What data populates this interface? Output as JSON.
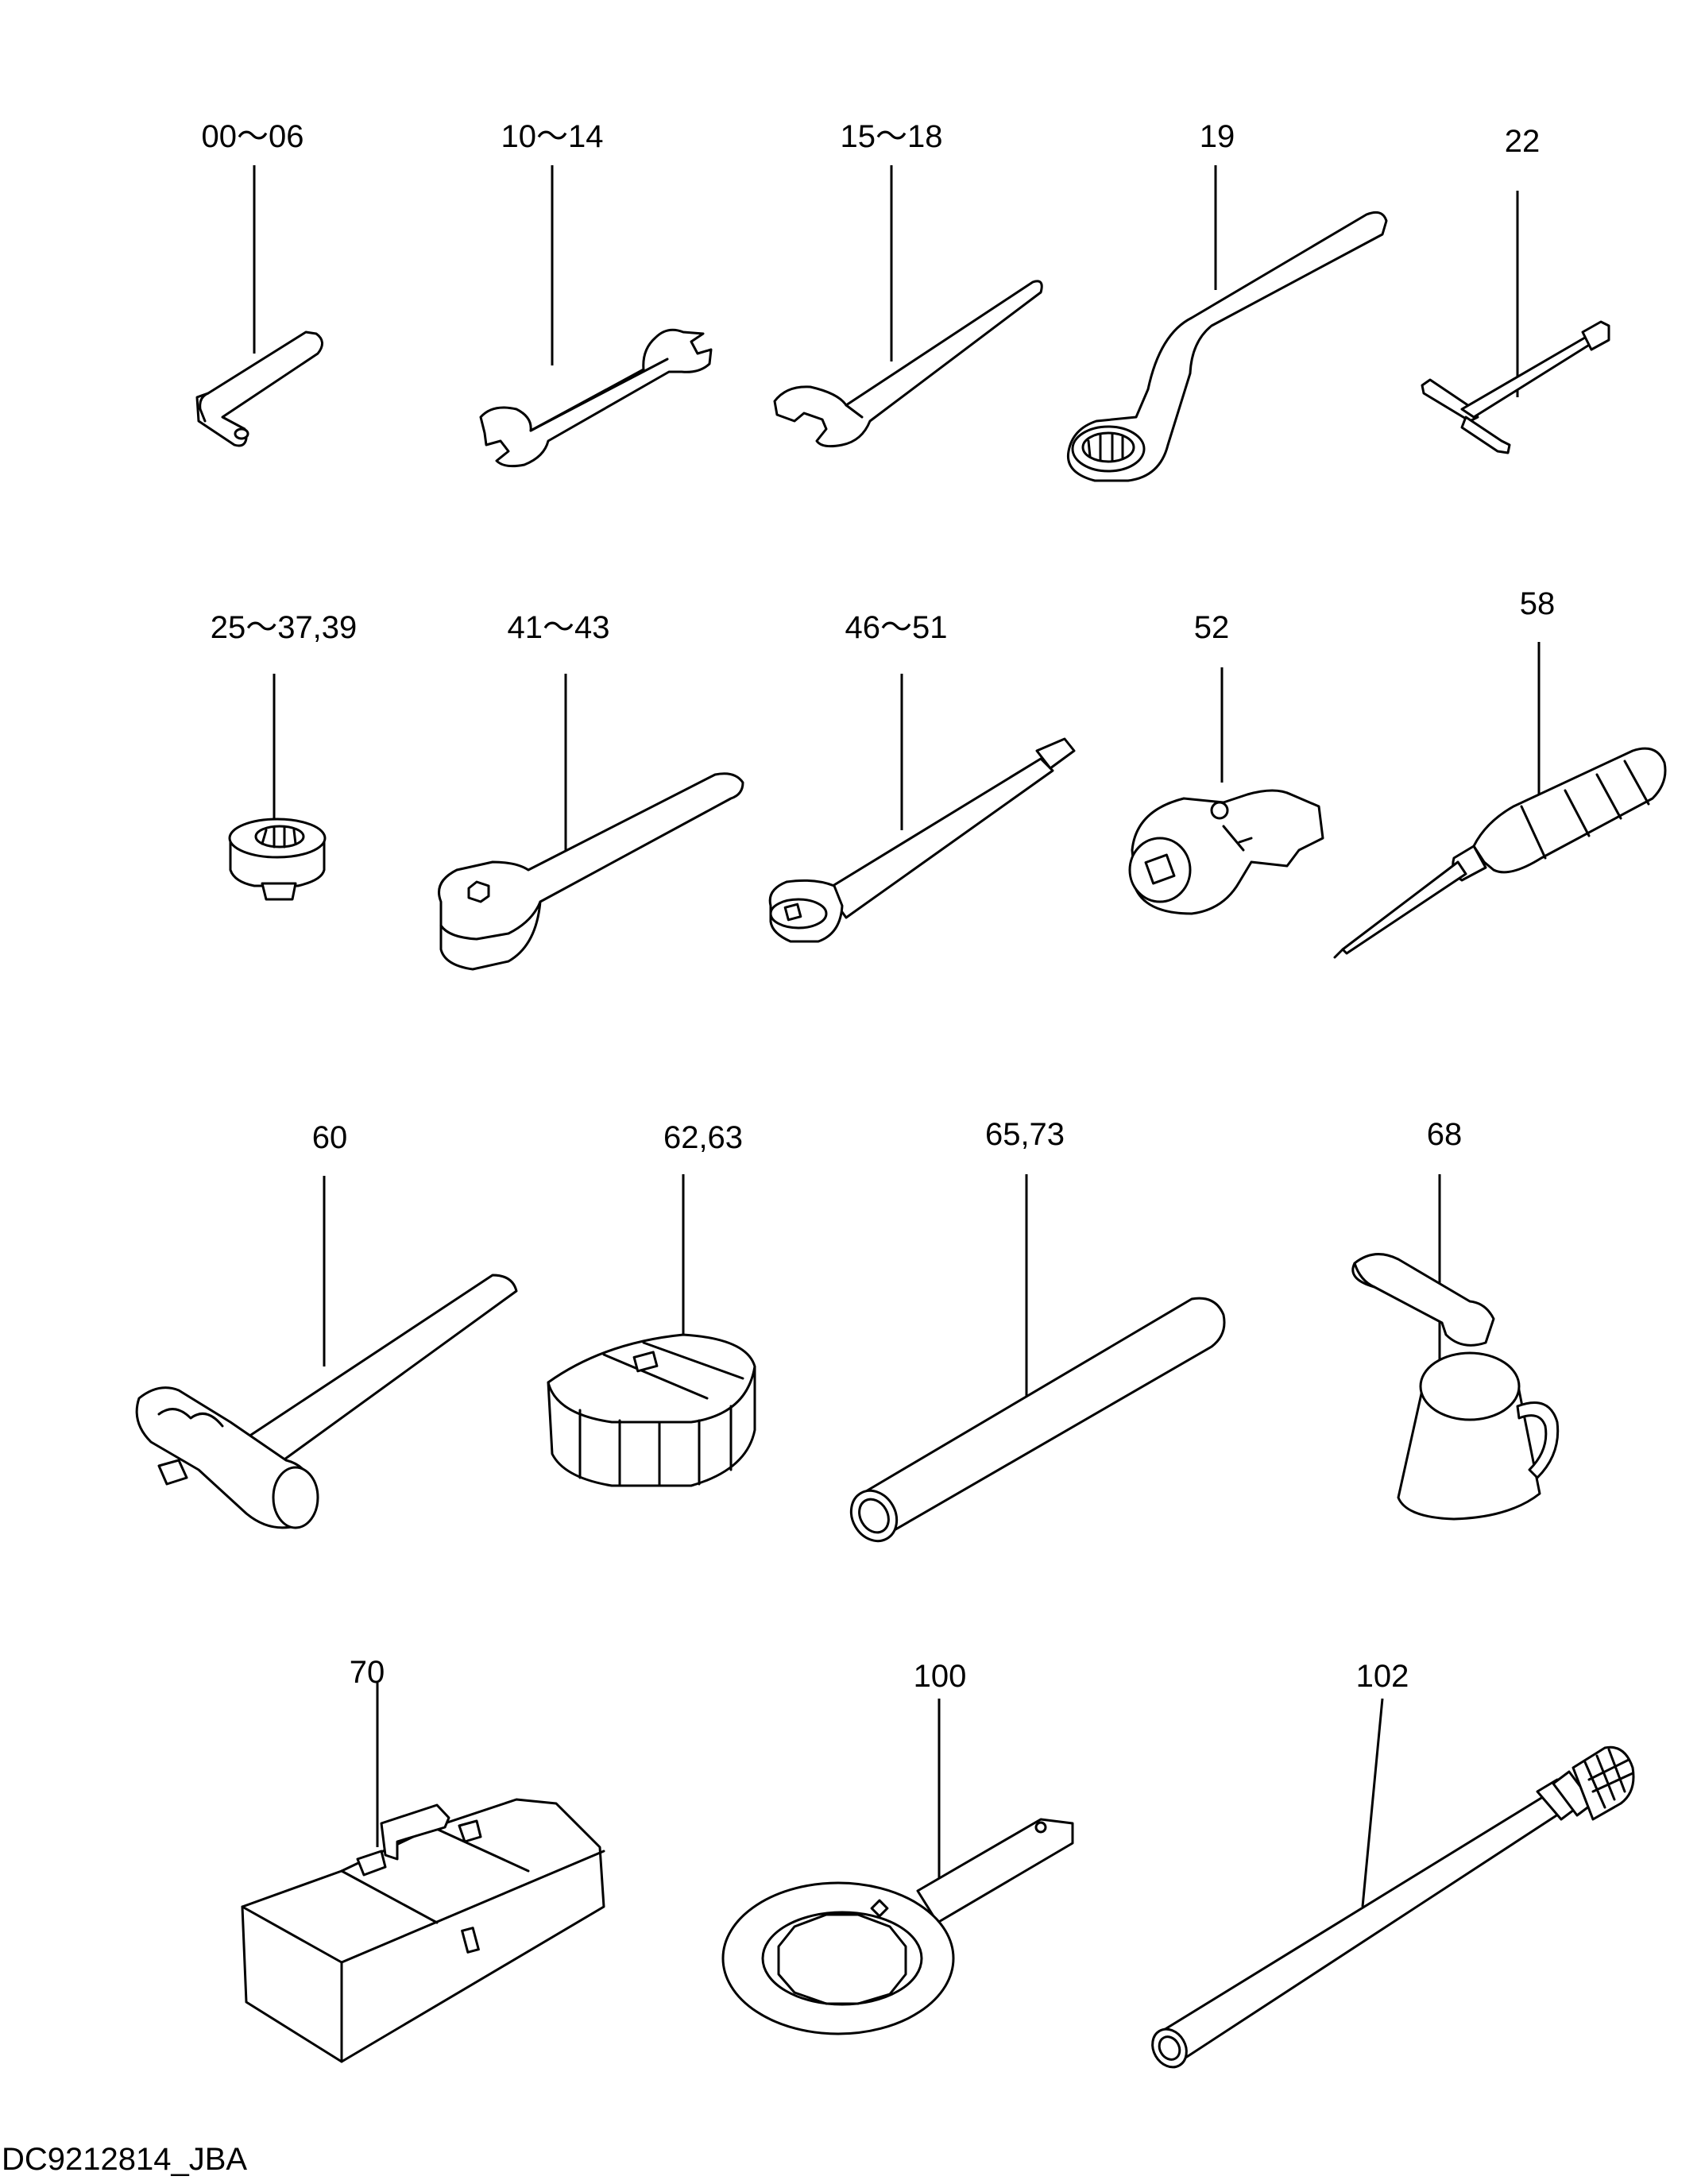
{
  "colors": {
    "line": "#000000",
    "background": "#ffffff"
  },
  "parts": [
    {
      "label": "00～06",
      "name": "hex-key"
    },
    {
      "label": "10～14",
      "name": "double-open-end-wrench"
    },
    {
      "label": "15～18",
      "name": "open-end-wrench"
    },
    {
      "label": "19",
      "name": "offset-box-wrench"
    },
    {
      "label": "22",
      "name": "t-handle-wrench"
    },
    {
      "label": "25～37,39",
      "name": "socket"
    },
    {
      "label": "41～43",
      "name": "ratchet-handle"
    },
    {
      "label": "46～51",
      "name": "extension-bar"
    },
    {
      "label": "52",
      "name": "universal-joint"
    },
    {
      "label": "58",
      "name": "screwdriver"
    },
    {
      "label": "60",
      "name": "hammer"
    },
    {
      "label": "62,63",
      "name": "filter-wrench"
    },
    {
      "label": "65,73",
      "name": "pipe"
    },
    {
      "label": "68",
      "name": "oil-can"
    },
    {
      "label": "70",
      "name": "tool-box"
    },
    {
      "label": "100",
      "name": "ring-spanner"
    },
    {
      "label": "102",
      "name": "grease-gun"
    }
  ],
  "document_id": "DC9212814_JBA"
}
